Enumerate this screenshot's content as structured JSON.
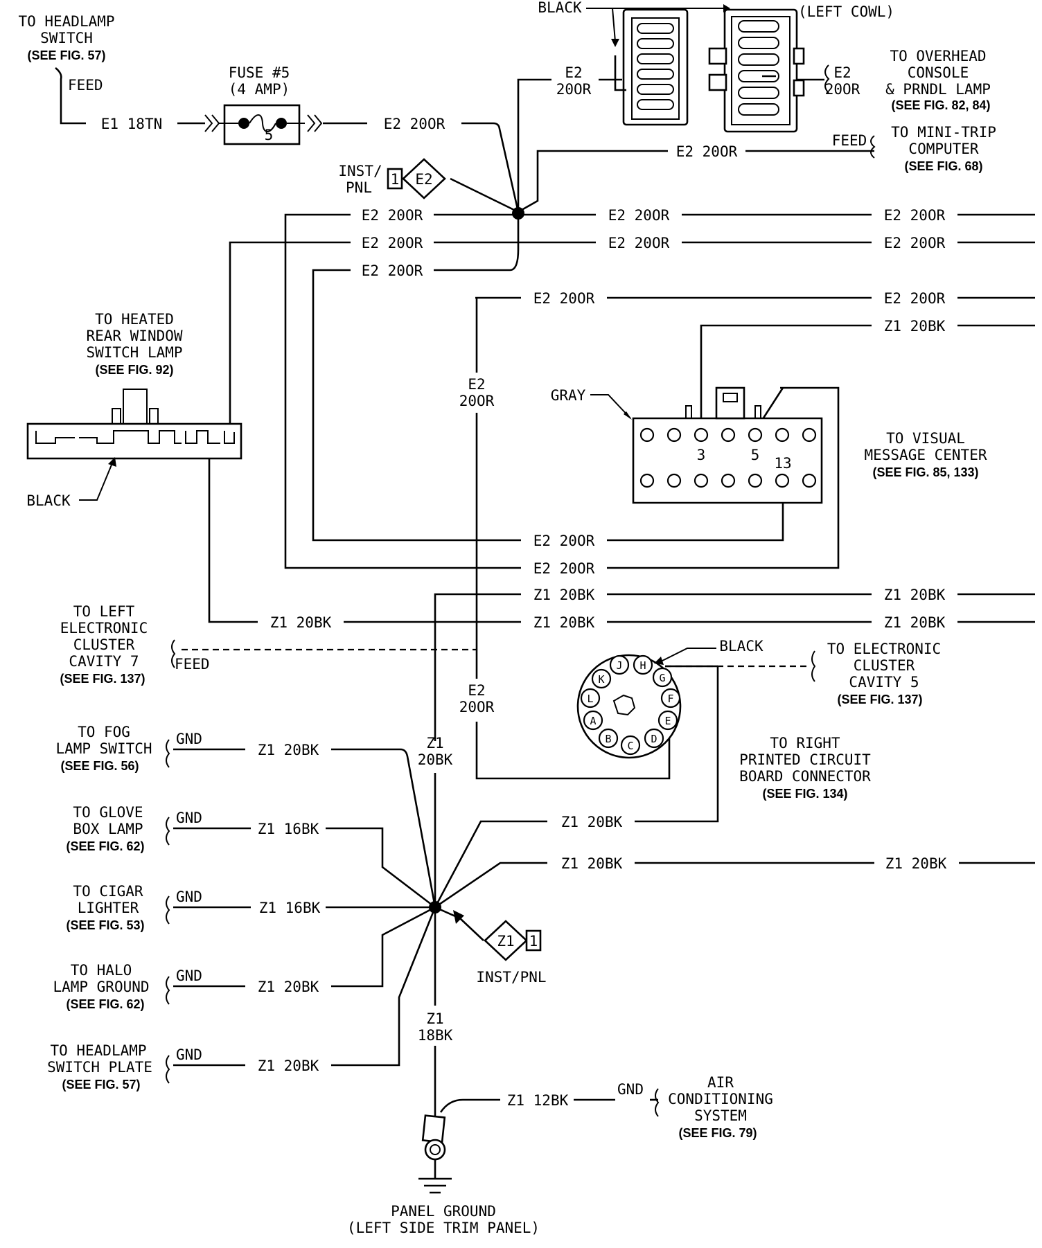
{
  "wires": {
    "e1_18tn": "E1 18TN",
    "e2_20or": "E2 20OR",
    "e2_20or_stacked": [
      "E2",
      "20OR"
    ],
    "z1_20bk": "Z1 20BK",
    "z1_20bk_stacked": [
      "Z1",
      "20BK"
    ],
    "z1_16bk": "Z1 16BK",
    "z1_18bk_stacked": [
      "Z1",
      "18BK"
    ],
    "z1_12bk": "Z1 12BK"
  },
  "words": {
    "feed": "FEED",
    "gnd": "GND",
    "black": "BLACK",
    "gray": "GRAY",
    "left_cowl": "(LEFT COWL)"
  },
  "fuse": {
    "title": "FUSE #5",
    "rating": "(4 AMP)",
    "number": "5"
  },
  "splice_inst": {
    "inst_pnl": [
      "INST/",
      "PNL"
    ],
    "inst_pnl_one_line": "INST/PNL",
    "pin": "1",
    "e2": "E2",
    "z1": "Z1"
  },
  "destinations": {
    "headlamp_switch": {
      "lines": [
        "TO HEADLAMP",
        "SWITCH"
      ],
      "ref": "(SEE FIG. 57)"
    },
    "overhead_console": {
      "lines": [
        "TO OVERHEAD",
        "CONSOLE",
        "& PRNDL LAMP"
      ],
      "ref": "(SEE FIG. 82, 84)"
    },
    "mini_trip": {
      "lines": [
        "TO MINI-TRIP",
        "COMPUTER"
      ],
      "ref": "(SEE FIG. 68)"
    },
    "heated_rear_window": {
      "lines": [
        "TO HEATED",
        "REAR WINDOW",
        "SWITCH LAMP"
      ],
      "ref": "(SEE FIG. 92)"
    },
    "visual_message_center": {
      "lines": [
        "TO VISUAL",
        "MESSAGE CENTER"
      ],
      "ref": "(SEE FIG. 85, 133)"
    },
    "left_cluster": {
      "lines": [
        "TO LEFT",
        "ELECTRONIC",
        "CLUSTER",
        "CAVITY 7"
      ],
      "ref": "(SEE FIG. 137)"
    },
    "electronic_cluster": {
      "lines": [
        "TO ELECTRONIC",
        "CLUSTER",
        "CAVITY 5"
      ],
      "ref": "(SEE FIG. 137)"
    },
    "right_pcb": {
      "lines": [
        "TO RIGHT",
        "PRINTED CIRCUIT",
        "BOARD CONNECTOR"
      ],
      "ref": "(SEE FIG. 134)"
    },
    "fog_lamp": {
      "lines": [
        "TO FOG",
        "LAMP SWITCH"
      ],
      "ref": "(SEE FIG. 56)"
    },
    "glove_box": {
      "lines": [
        "TO GLOVE",
        "BOX LAMP"
      ],
      "ref": "(SEE FIG. 62)"
    },
    "cigar_lighter": {
      "lines": [
        "TO CIGAR",
        "LIGHTER"
      ],
      "ref": "(SEE FIG. 53)"
    },
    "halo_lamp": {
      "lines": [
        "TO HALO",
        "LAMP GROUND"
      ],
      "ref": "(SEE FIG. 62)"
    },
    "headlamp_plate": {
      "lines": [
        "TO HEADLAMP",
        "SWITCH PLATE"
      ],
      "ref": "(SEE FIG. 57)"
    },
    "air_conditioning": {
      "lines": [
        "AIR",
        "CONDITIONING",
        "SYSTEM"
      ],
      "ref": "(SEE FIG. 79)"
    },
    "panel_ground": {
      "lines": [
        "PANEL GROUND",
        "(LEFT SIDE TRIM PANEL)"
      ]
    }
  },
  "vmc_pins": {
    "pin3": "3",
    "pin5": "5",
    "pin13": "13"
  },
  "cluster_connector": {
    "cavities": [
      "J",
      "H",
      "G",
      "F",
      "E",
      "D",
      "C",
      "B",
      "A",
      "L",
      "K"
    ]
  }
}
